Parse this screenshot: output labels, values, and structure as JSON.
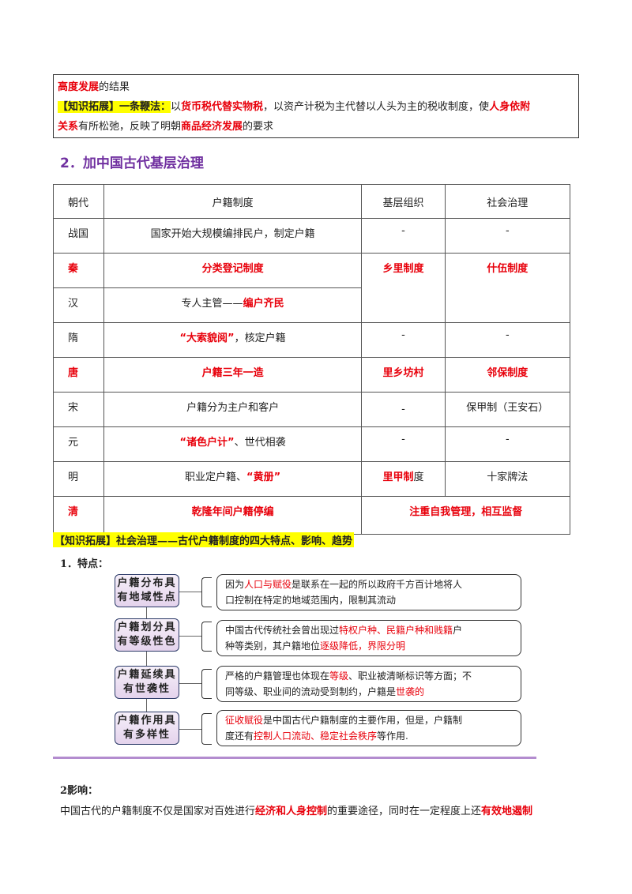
{
  "top_box": {
    "line1_b": "高度发展",
    "line1_rest": "的结果",
    "line2_tag": "【知识拓展】一条鞭法：",
    "line2_pre": "以",
    "line2_red": "货币税代替实物税",
    "line2_mid": "，以资产计税为主代替以人头为主的税收制度，使",
    "line2_red2": "人身依附",
    "line3_red": "关系",
    "line3_mid": "有所松弛，反映了明朝",
    "line3_red2": "商品经济发展",
    "line3_end": "的要求"
  },
  "section_title": "2．加中国古代基层治理",
  "table": {
    "headers": [
      "朝代",
      "户籍制度",
      "基层组织",
      "社会治理"
    ],
    "rows": [
      {
        "dynasty": "战国",
        "huji": "国家开始大规模编排民户，制定户籍",
        "org": "-",
        "gov": "-",
        "red": false
      },
      {
        "dynasty": "秦",
        "huji": "分类登记制度",
        "org": "乡里制度",
        "gov": "什伍制度",
        "red": true
      },
      {
        "dynasty": "汉",
        "huji_pre": "专人主管——",
        "huji_red": "编户齐民"
      },
      {
        "dynasty": "隋",
        "huji_red": "“大索貌阅”",
        "huji_post": "，核定户籍",
        "org": "-",
        "gov": "-"
      },
      {
        "dynasty": "唐",
        "huji": "户籍三年一造",
        "org": "里乡坊村",
        "gov": "邻保制度",
        "red": true
      },
      {
        "dynasty": "宋",
        "huji": "户籍分为主户和客户",
        "org": "-",
        "gov": "保甲制（王安石）"
      },
      {
        "dynasty": "元",
        "huji_red": "“诸色户计”",
        "huji_post": "、世代相袭",
        "org": "-",
        "gov": "-"
      },
      {
        "dynasty": "明",
        "huji_pre": "职业定户籍、",
        "huji_red": "“黄册”",
        "org_red": "里甲制",
        "org_post": "度",
        "gov": "十家牌法"
      },
      {
        "dynasty": "清",
        "huji": "乾隆年间户籍停编",
        "merged": "注重自我管理，相互监督",
        "red": true
      }
    ]
  },
  "tuozhan": "【知识拓展】社会治理——古代户籍制度的四大特点、影响、趋势",
  "sub1": "1．特点：",
  "features": [
    {
      "label1": "户籍分布具",
      "label2": "有地域性点",
      "t1": "因为",
      "r1": "人口与赋役",
      "t2": "是联系在一起的所以政府千方百计地将人",
      "line2": "口控制在特定的地域范围内，限制其流动"
    },
    {
      "label1": "户籍划分具",
      "label2": "有等级性色",
      "t1": "中国古代传统社会曾出现过",
      "r1": "特权户种、民籍户种和贱籍",
      "t2": "户",
      "line2_pre": "种等类别，其户籍地位",
      "line2_red": "逐级降低，界限分明"
    },
    {
      "label1": "户籍延续具",
      "label2": "有世袭性",
      "t1": "严格的户籍管理也体现在",
      "r1": "等级",
      "t2": "、职业被清晰标识等方面；不",
      "line2_pre": "同等级、职业间的流动受到制约，户籍是",
      "line2_red": "世袭的"
    },
    {
      "label1": "户籍作用具",
      "label2": "有多样性",
      "r0": "征收赋役",
      "t1": "是中国古代户籍制度的主要作用，但是，户籍制",
      "line2_pre": "度还有",
      "line2_red": "控制人口流动、稳定社会秩序",
      "line2_post": "等作用."
    }
  ],
  "sub2": "2影响：",
  "para": {
    "pre": "中国古代的户籍制度不仅是国家对百姓进行",
    "red1": "经济和人身控制",
    "mid": "的重要途径，同时在一定程度上还",
    "red2": "有效地遏制"
  }
}
